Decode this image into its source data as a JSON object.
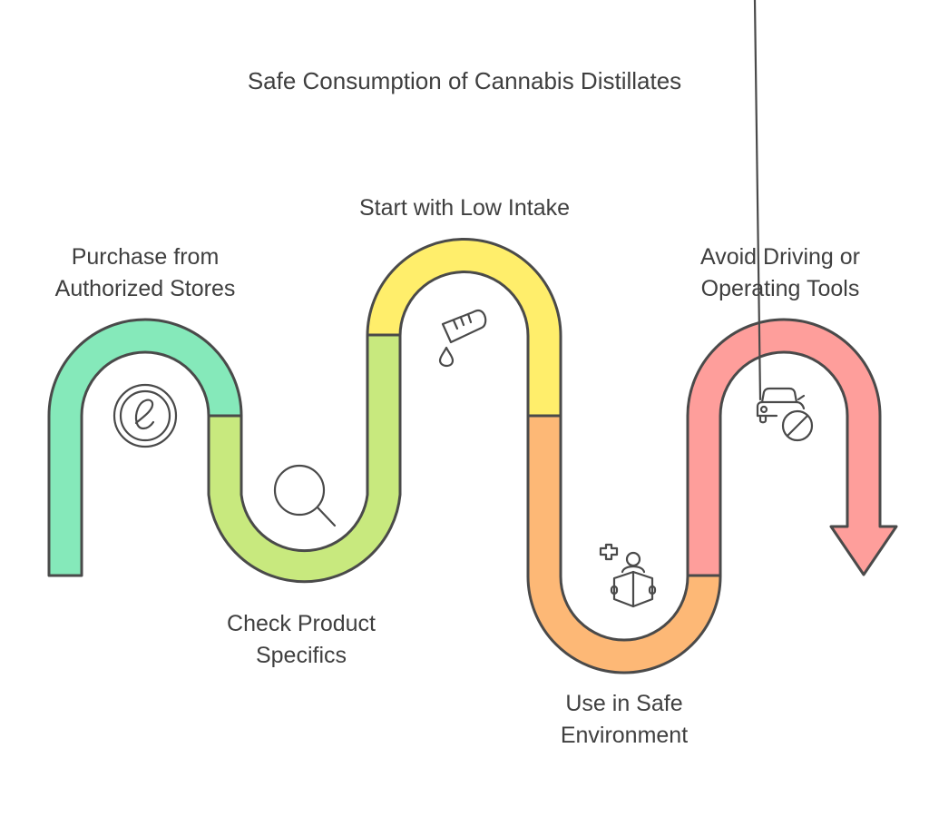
{
  "title": "Safe Consumption of Cannabis Distillates",
  "steps": [
    {
      "line1": "Purchase from",
      "line2": "Authorized Stores",
      "icon": "certified-e-icon",
      "color": "#85E9BA"
    },
    {
      "line1": "Check Product",
      "line2": "Specifics",
      "icon": "magnifier-icon",
      "color": "#C8E97E"
    },
    {
      "line1": "Start with Low Intake",
      "line2": "",
      "icon": "dropper-icon",
      "color": "#FFEE6B"
    },
    {
      "line1": "Use in Safe",
      "line2": "Environment",
      "icon": "reading-person-icon",
      "color": "#FDB876"
    },
    {
      "line1": "Avoid Driving or",
      "line2": "Operating Tools",
      "icon": "no-driving-icon",
      "color": "#FE9E9B"
    }
  ],
  "stroke_color": "#4A4A4A"
}
